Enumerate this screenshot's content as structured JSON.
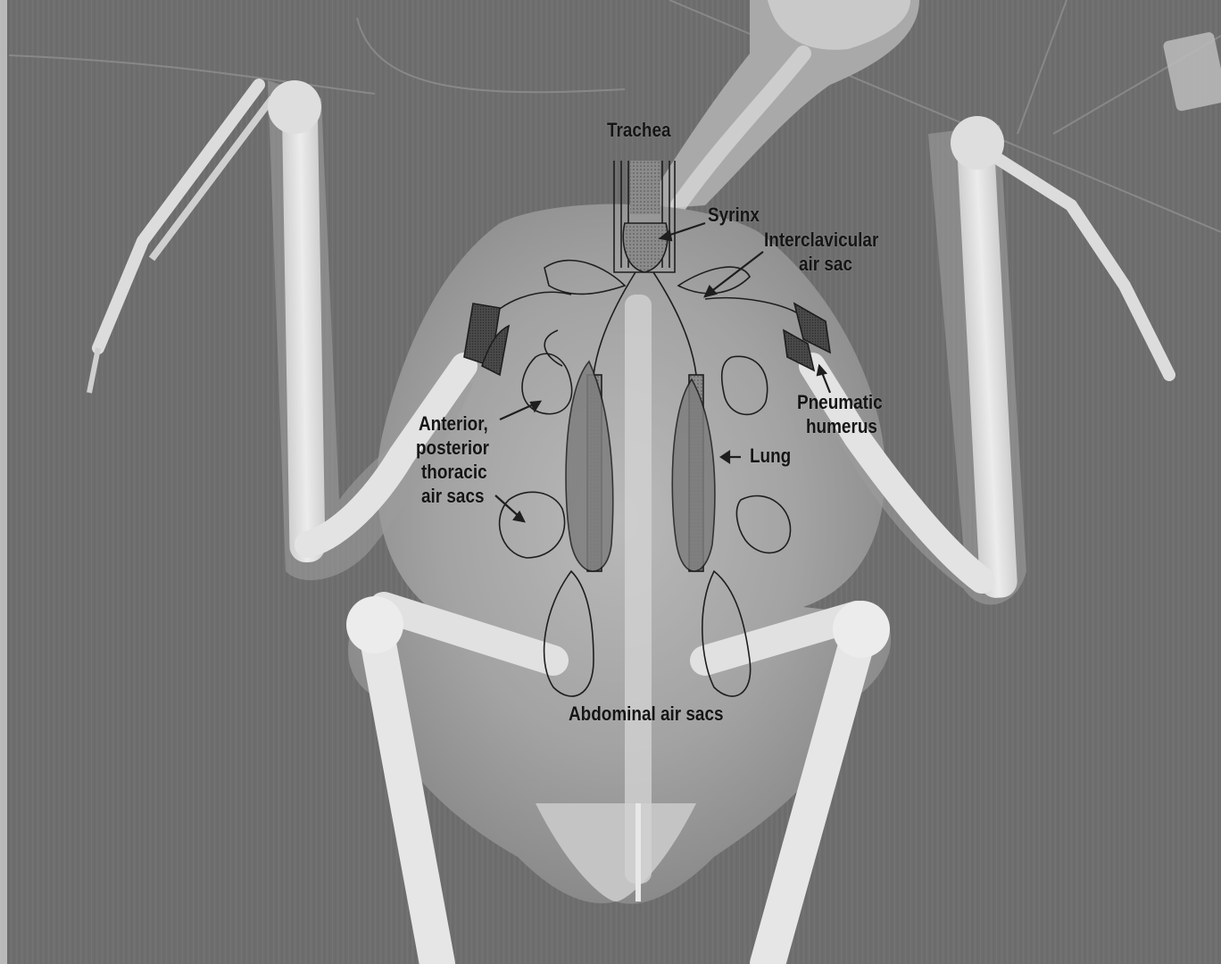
{
  "figure": {
    "labels": {
      "trachea": "Trachea",
      "syrinx": "Syrinx",
      "interclavicular_line1": "Interclavicular",
      "interclavicular_line2": "air sac",
      "pneumatic_line1": "Pneumatic",
      "pneumatic_line2": "humerus",
      "thoracic_line1": "Anterior,",
      "thoracic_line2": "posterior",
      "thoracic_line3": "thoracic",
      "thoracic_line4": "air sacs",
      "lung": "Lung",
      "abdominal": "Abdominal air sacs"
    },
    "colors": {
      "background": "#6e6e6e",
      "bone": "#e6e6e6",
      "outline": "#1e1e1e",
      "label_text": "#151515"
    }
  }
}
